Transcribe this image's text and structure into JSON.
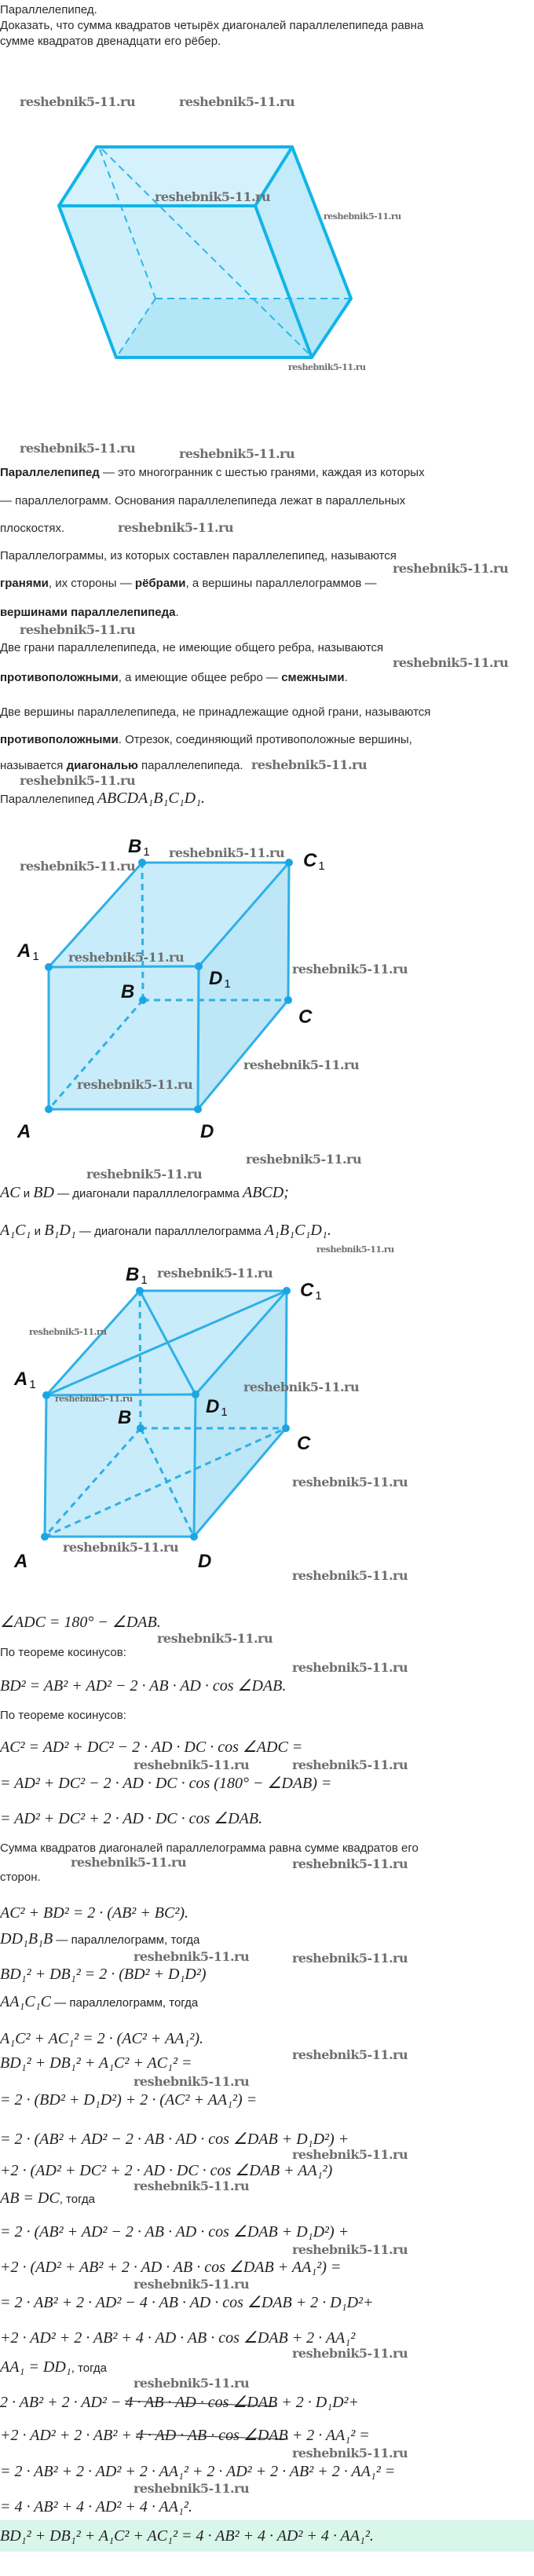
{
  "watermark": "reshebnik5-11.ru",
  "colors": {
    "edge": "#2fb0e6",
    "face": "#c9ecfa",
    "highlight": "#d8f6ea"
  },
  "intro": {
    "title": "Параллелепипед.",
    "task_line1": "Доказать, что сумма квадратов четырёх диагоналей параллелепипеда равна",
    "task_line2": "сумме квадратов двенадцати его рёбер."
  },
  "definitions": [
    [
      {
        "t": "Параллелепипед",
        "b": true
      },
      {
        "t": " — это многогранник с шестью гранями, каждая из которых"
      }
    ],
    [
      {
        "t": "— параллелограмм. Основания параллелепипеда лежат в параллельных"
      }
    ],
    [
      {
        "t": "плоскостях."
      }
    ],
    [
      {
        "t": "Параллелограммы, из которых составлен параллелепипед, называются"
      }
    ],
    [
      {
        "t": "гранями",
        "b": true
      },
      {
        "t": ", их стороны — "
      },
      {
        "t": "рёбрами",
        "b": true
      },
      {
        "t": ", а вершины параллелограммов —"
      }
    ],
    [
      {
        "t": "вершинами параллелепипеда",
        "b": true
      },
      {
        "t": "."
      }
    ],
    [
      {
        "t": "Две грани параллелепипеда, не имеющие общего ребра, называются"
      }
    ],
    [
      {
        "t": "противоположными",
        "b": true
      },
      {
        "t": ", а имеющие общее ребро — "
      },
      {
        "t": "смежными",
        "b": true
      },
      {
        "t": "."
      }
    ],
    [
      {
        "t": "Две вершины параллелепипеда, не принадлежащие одной грани, называются"
      }
    ],
    [
      {
        "t": "противоположными",
        "b": true
      },
      {
        "t": ". Отрезок, соединяющий противоположные вершины,"
      }
    ],
    [
      {
        "t": "называется "
      },
      {
        "t": "диагональю",
        "b": true
      },
      {
        "t": " параллелепипеда."
      }
    ]
  ],
  "given": {
    "text": "Параллелепипед ",
    "math": "ABCDA₁B₁C₁D₁."
  },
  "vertex_labels": {
    "A": "A",
    "B": "B",
    "C": "C",
    "D": "D",
    "A1": "A",
    "B1": "B",
    "C1": "C",
    "D1": "D",
    "sub": "1"
  },
  "diagonals": {
    "line1_math_a": "AC",
    "and": " и ",
    "line1_math_b": "BD",
    "line1_text": " — диагонали паралллелограмма ",
    "line1_math_c": "ABCD;",
    "line2_math_a": "A₁C₁",
    "line2_math_b": "B₁D₁",
    "line2_text": " — диагонали паралллелограмма ",
    "line2_math_c": "A₁B₁C₁D₁."
  },
  "proof": {
    "angle": "∠ADC = 180° − ∠DAB.",
    "cos_theorem": "По теореме косинусов:",
    "bd": "BD² = AB² + AD² − 2 · AB · AD · cos ∠DAB.",
    "ac1": "AC² = AD² + DC² − 2 · AD · DC · cos ∠ADC =",
    "ac2": "= AD² + DC² − 2 · AD · DC · cos (180° − ∠DAB) =",
    "ac3": "= AD² + DC² + 2 · AD · DC · cos ∠DAB.",
    "sum_text1": "Сумма квадратов диагоналей параллелограмма равна сумме квадратов его",
    "sum_text2": "сторон.",
    "sum_eq": "AC² + BD² = 2 · (AB² + BC²).",
    "p1_math": "DD₁B₁B",
    "p_text": " — параллелограмм, тогда",
    "p1_eq": "BD₁² + DB₁² = 2 · (BD² + D₁D²)",
    "p2_math": "AA₁C₁C",
    "p2_eq": "A₁C² + AC₁² = 2 · (AC² + AA₁²).",
    "s1": "BD₁² + DB₁² + A₁C² + AC₁² =",
    "s2": "= 2 · (BD² + D₁D²) + 2 · (AC² + AA₁²) =",
    "s3": "= 2 · (AB² + AD² − 2 · AB · AD · cos ∠DAB + D₁D²) +",
    "s4": "+2 · (AD² + DC² + 2 · AD · DC · cos ∠DAB + AA₁²)",
    "eq_ab_math": "AB = DC",
    "then": ", тогда",
    "s5": "= 2 · (AB² + AD² − 2 · AB · AD · cos ∠DAB + D₁D²) +",
    "s6": "+2 · (AD² + AB² + 2 · AD · AB · cos ∠DAB + AA₁²) =",
    "s7": "= 2 · AB² + 2 · AD² − 4 · AB · AD · cos ∠DAB + 2 · D₁D²+",
    "s8": "+2 · AD² + 2 · AB² + 4 · AD · AB · cos ∠DAB + 2 · AA₁²",
    "eq_aa_math": "AA₁ = DD₁",
    "s9_pre": "2 · AB² + 2 · AD² − ",
    "s9_strike": "4 · AB · AD · cos ∠DAB",
    "s9_post": " + 2 · D₁D²+",
    "s10_pre": "+2 · AD² + 2 · AB² + ",
    "s10_strike": "4 · AD · AB · cos ∠DAB",
    "s10_post": " + 2 · AA₁² =",
    "s11": "= 2 · AB² + 2 · AD² + 2 · AA₁² + 2 · AD² + 2 · AB² + 2 · AA₁² =",
    "s12": "= 4 · AB² + 4 · AD² + 4 · AA₁².",
    "answer": "BD₁² + DB₁² + A₁C² + AC₁² = 4 · AB² + 4 · AD² + 4 · AA₁²."
  }
}
